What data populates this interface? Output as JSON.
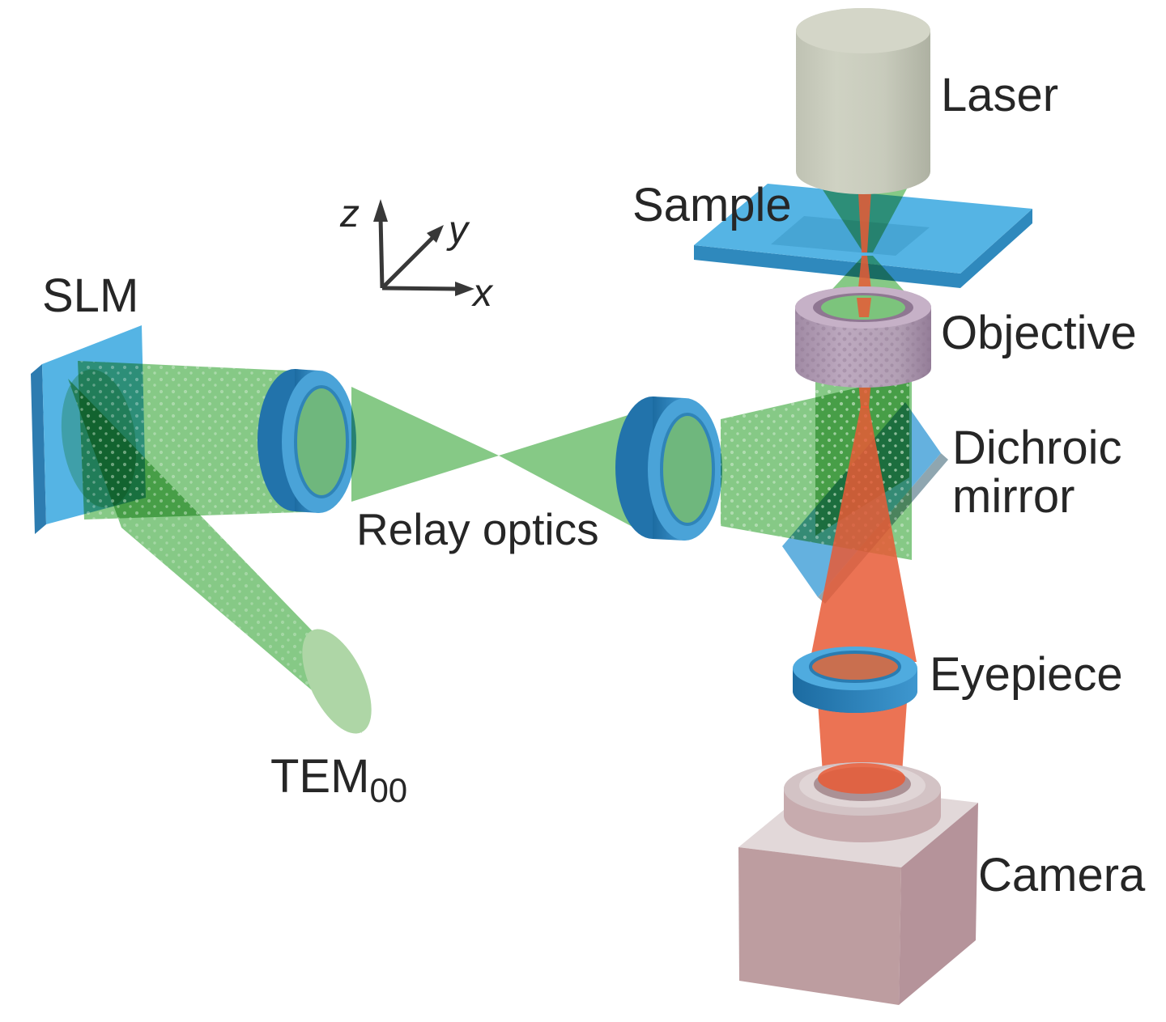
{
  "diagram": {
    "components": {
      "laser": "Laser",
      "sample": "Sample",
      "objective": "Objective",
      "dichroic_line1": "Dichroic",
      "dichroic_line2": "mirror",
      "eyepiece": "Eyepiece",
      "camera": "Camera",
      "slm": "SLM",
      "relay_optics": "Relay optics"
    },
    "beam_mode": {
      "base": "TEM",
      "subscript": "00"
    },
    "axes": {
      "x": "x",
      "y": "y",
      "z": "z"
    }
  },
  "colors": {
    "beam_green": "#7cc47c",
    "beam_green_light": "#aed6a6",
    "beam_red": "#e85a36",
    "optic_blue": "#4aa3d8",
    "optic_blue_dark": "#2273ab",
    "slab_blue": "#55b4e4",
    "slab_blue_edge": "#2f89bd",
    "mirror_blue": "#64b1df",
    "objective_mauve": "#b3a0b5",
    "objective_mauve_dark": "#8d7690",
    "laser_gray": "#c8cbbc",
    "laser_gray_light": "#d4d6c8",
    "camera_front": "#bd9da0",
    "camera_top": "#e2d8d9",
    "camera_right": "#b5939a",
    "camera_mount": "#c7abae",
    "text": "#262626"
  }
}
